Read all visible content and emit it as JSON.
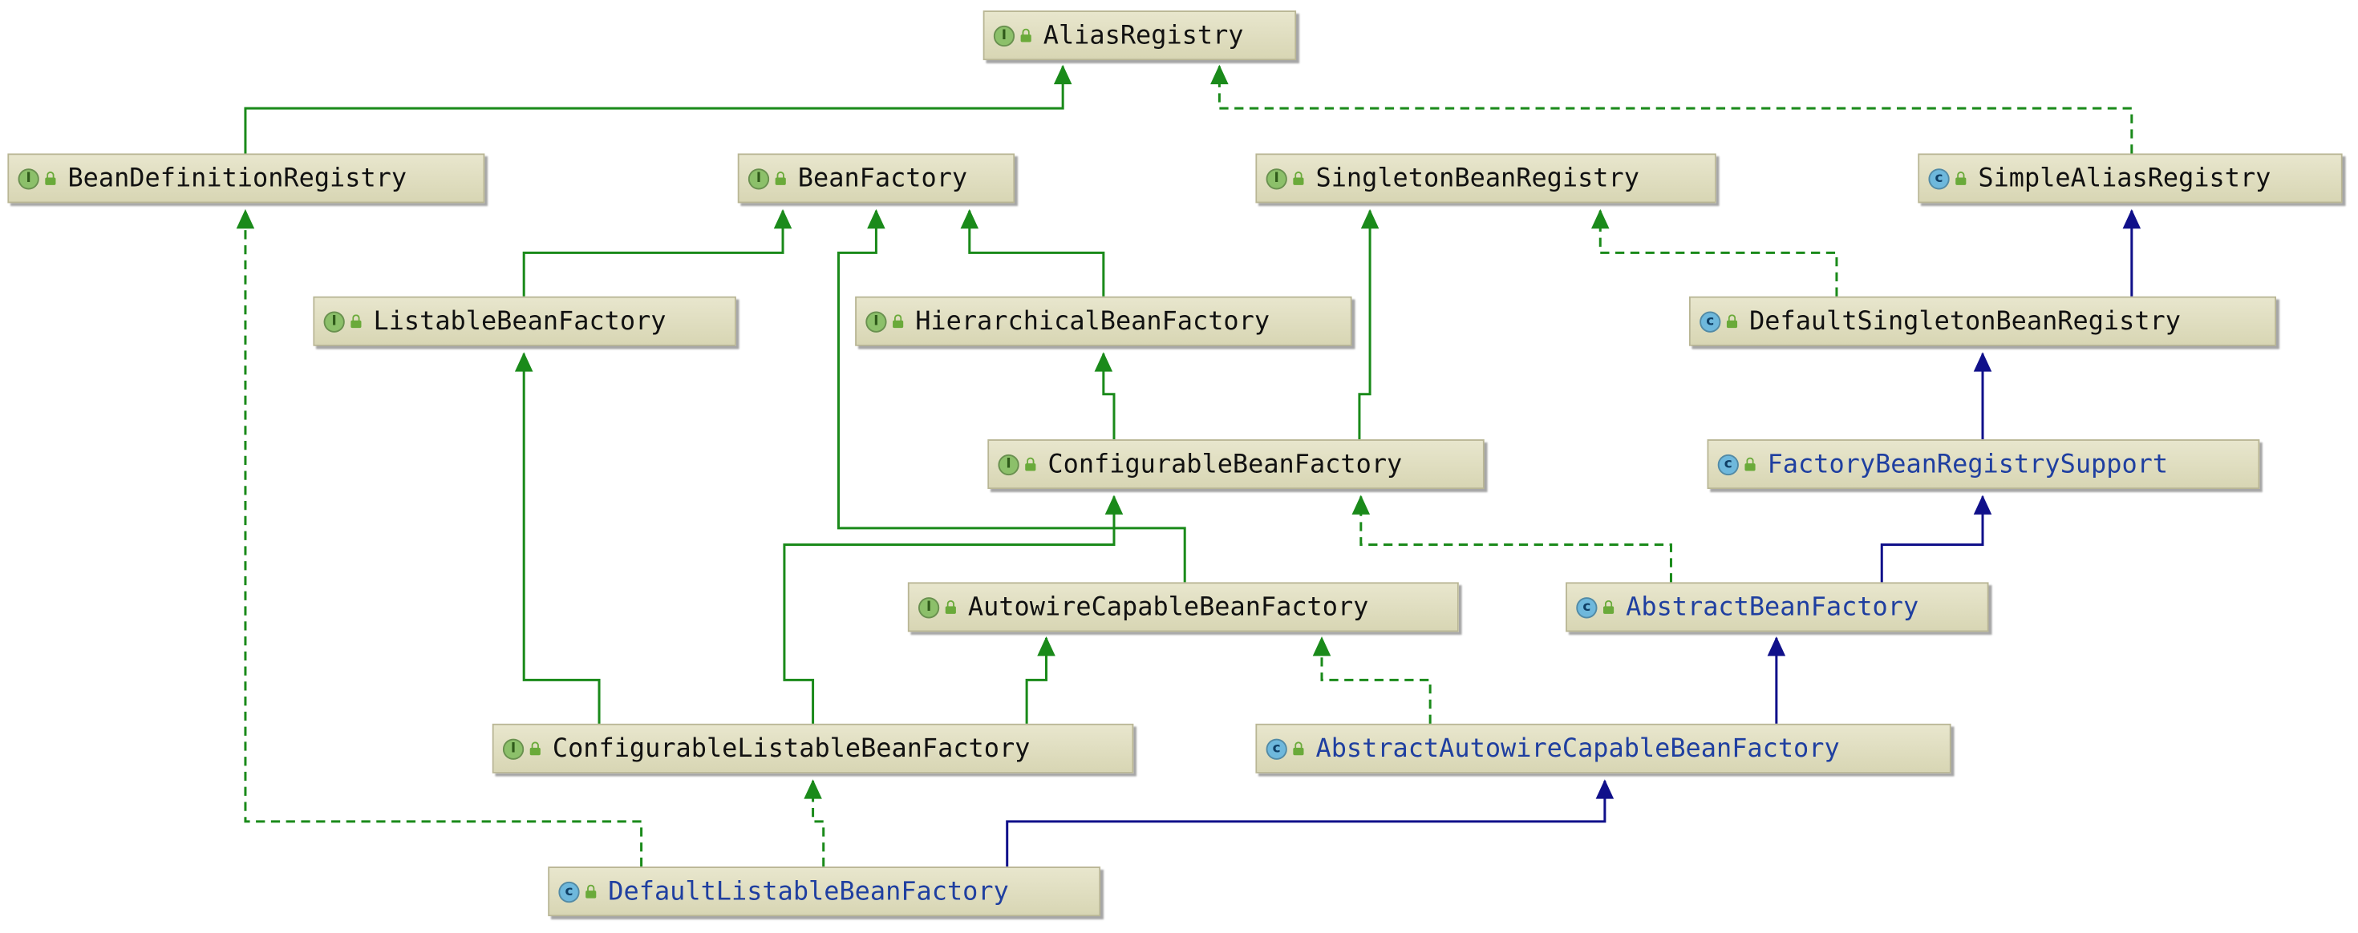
{
  "colors": {
    "interface_extends": "#1a8a1a",
    "class_extends": "#10108a",
    "implements": "#1a8a1a"
  },
  "nodes": {
    "alias_registry": {
      "label": "AliasRegistry",
      "badge": "I",
      "kind": "interface"
    },
    "bean_definition_registry": {
      "label": "BeanDefinitionRegistry",
      "badge": "I",
      "kind": "interface"
    },
    "bean_factory": {
      "label": "BeanFactory",
      "badge": "I",
      "kind": "interface"
    },
    "singleton_bean_registry": {
      "label": "SingletonBeanRegistry",
      "badge": "I",
      "kind": "interface"
    },
    "simple_alias_registry": {
      "label": "SimpleAliasRegistry",
      "badge": "c",
      "kind": "class"
    },
    "listable_bean_factory": {
      "label": "ListableBeanFactory",
      "badge": "I",
      "kind": "interface"
    },
    "hierarchical_bean_factory": {
      "label": "HierarchicalBeanFactory",
      "badge": "I",
      "kind": "interface"
    },
    "default_singleton_bean_registry": {
      "label": "DefaultSingletonBeanRegistry",
      "badge": "c",
      "kind": "class"
    },
    "configurable_bean_factory": {
      "label": "ConfigurableBeanFactory",
      "badge": "I",
      "kind": "interface"
    },
    "factory_bean_registry_support": {
      "label": "FactoryBeanRegistrySupport",
      "badge": "c",
      "kind": "abstract-class"
    },
    "autowire_capable_bean_factory": {
      "label": "AutowireCapableBeanFactory",
      "badge": "I",
      "kind": "interface"
    },
    "abstract_bean_factory": {
      "label": "AbstractBeanFactory",
      "badge": "c",
      "kind": "abstract-class"
    },
    "configurable_listable_bean_factory": {
      "label": "ConfigurableListableBeanFactory",
      "badge": "I",
      "kind": "interface"
    },
    "abstract_autowire_capable_bean_factory": {
      "label": "AbstractAutowireCapableBeanFactory",
      "badge": "c",
      "kind": "abstract-class"
    },
    "default_listable_bean_factory": {
      "label": "DefaultListableBeanFactory",
      "badge": "c",
      "kind": "class"
    }
  },
  "edges": [
    {
      "from": "BeanDefinitionRegistry",
      "to": "AliasRegistry",
      "type": "extends-interface"
    },
    {
      "from": "SimpleAliasRegistry",
      "to": "AliasRegistry",
      "type": "implements"
    },
    {
      "from": "ListableBeanFactory",
      "to": "BeanFactory",
      "type": "extends-interface"
    },
    {
      "from": "AutowireCapableBeanFactory",
      "to": "BeanFactory",
      "type": "extends-interface"
    },
    {
      "from": "HierarchicalBeanFactory",
      "to": "BeanFactory",
      "type": "extends-interface"
    },
    {
      "from": "DefaultSingletonBeanRegistry",
      "to": "SingletonBeanRegistry",
      "type": "implements"
    },
    {
      "from": "DefaultSingletonBeanRegistry",
      "to": "SimpleAliasRegistry",
      "type": "extends-class"
    },
    {
      "from": "ConfigurableBeanFactory",
      "to": "HierarchicalBeanFactory",
      "type": "extends-interface"
    },
    {
      "from": "ConfigurableBeanFactory",
      "to": "SingletonBeanRegistry",
      "type": "extends-interface"
    },
    {
      "from": "FactoryBeanRegistrySupport",
      "to": "DefaultSingletonBeanRegistry",
      "type": "extends-class"
    },
    {
      "from": "AbstractBeanFactory",
      "to": "ConfigurableBeanFactory",
      "type": "implements"
    },
    {
      "from": "AbstractBeanFactory",
      "to": "FactoryBeanRegistrySupport",
      "type": "extends-class"
    },
    {
      "from": "ConfigurableListableBeanFactory",
      "to": "ListableBeanFactory",
      "type": "extends-interface"
    },
    {
      "from": "ConfigurableListableBeanFactory",
      "to": "ConfigurableBeanFactory",
      "type": "extends-interface"
    },
    {
      "from": "ConfigurableListableBeanFactory",
      "to": "AutowireCapableBeanFactory",
      "type": "extends-interface"
    },
    {
      "from": "AbstractAutowireCapableBeanFactory",
      "to": "AutowireCapableBeanFactory",
      "type": "implements"
    },
    {
      "from": "AbstractAutowireCapableBeanFactory",
      "to": "AbstractBeanFactory",
      "type": "extends-class"
    },
    {
      "from": "DefaultListableBeanFactory",
      "to": "ConfigurableListableBeanFactory",
      "type": "implements"
    },
    {
      "from": "DefaultListableBeanFactory",
      "to": "BeanDefinitionRegistry",
      "type": "implements"
    },
    {
      "from": "DefaultListableBeanFactory",
      "to": "AbstractAutowireCapableBeanFactory",
      "type": "extends-class"
    }
  ]
}
